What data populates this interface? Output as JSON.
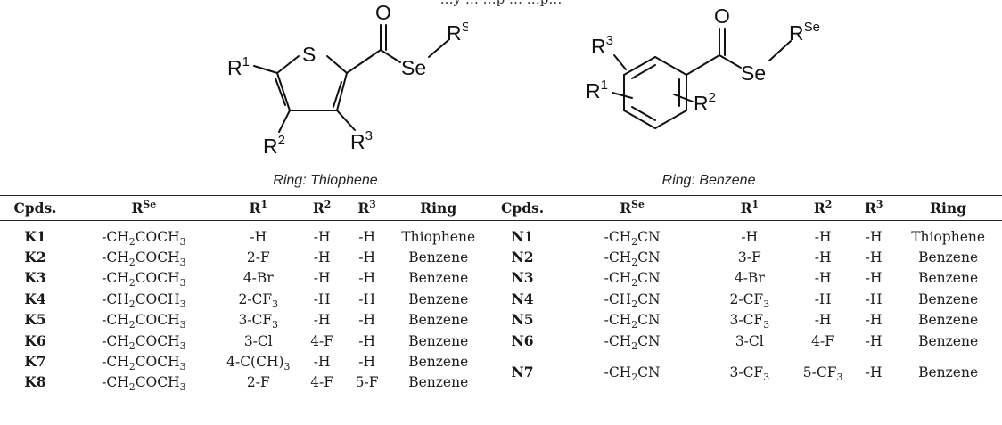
{
  "caption_fragment": "…y … …p … …p…",
  "structures": {
    "thiophene": {
      "atoms": {
        "o": "O",
        "s": "S",
        "se": "Se",
        "r_se_base": "R",
        "r_se_sup": "Se",
        "r1_base": "R",
        "r1_sup": "1",
        "r2_base": "R",
        "r2_sup": "2",
        "r3_base": "R",
        "r3_sup": "3"
      },
      "caption": "Ring: Thiophene"
    },
    "benzene": {
      "atoms": {
        "o": "O",
        "se": "Se",
        "r_se_base": "R",
        "r_se_sup": "Se",
        "r1_base": "R",
        "r1_sup": "1",
        "r2_base": "R",
        "r2_sup": "2",
        "r3_base": "R",
        "r3_sup": "3"
      },
      "caption": "Ring: Benzene"
    }
  },
  "table": {
    "headers": {
      "cpds": "Cpds.",
      "rse_base": "R",
      "rse_sup": "Se",
      "r1_base": "R",
      "r1_sup": "1",
      "r2_base": "R",
      "r2_sup": "2",
      "r3_base": "R",
      "r3_sup": "3",
      "ring": "Ring"
    },
    "k_rows": [
      {
        "cpd": "K1",
        "rse": "-CH<sub>2</sub>COCH<sub>3</sub>",
        "r1": "-H",
        "r2": "-H",
        "r3": "-H",
        "ring": "Thiophene"
      },
      {
        "cpd": "K2",
        "rse": "-CH<sub>2</sub>COCH<sub>3</sub>",
        "r1": "2-F",
        "r2": "-H",
        "r3": "-H",
        "ring": "Benzene"
      },
      {
        "cpd": "K3",
        "rse": "-CH<sub>2</sub>COCH<sub>3</sub>",
        "r1": "4-Br",
        "r2": "-H",
        "r3": "-H",
        "ring": "Benzene"
      },
      {
        "cpd": "K4",
        "rse": "-CH<sub>2</sub>COCH<sub>3</sub>",
        "r1": "2-CF<sub>3</sub>",
        "r2": "-H",
        "r3": "-H",
        "ring": "Benzene"
      },
      {
        "cpd": "K5",
        "rse": "-CH<sub>2</sub>COCH<sub>3</sub>",
        "r1": "3-CF<sub>3</sub>",
        "r2": "-H",
        "r3": "-H",
        "ring": "Benzene"
      },
      {
        "cpd": "K6",
        "rse": "-CH<sub>2</sub>COCH<sub>3</sub>",
        "r1": "3-Cl",
        "r2": "4-F",
        "r3": "-H",
        "ring": "Benzene"
      },
      {
        "cpd": "K7",
        "rse": "-CH<sub>2</sub>COCH<sub>3</sub>",
        "r1": "4-C(CH)<sub>3</sub>",
        "r2": "-H",
        "r3": "-H",
        "ring": "Benzene"
      },
      {
        "cpd": "K8",
        "rse": "-CH<sub>2</sub>COCH<sub>3</sub>",
        "r1": "2-F",
        "r2": "4-F",
        "r3": "5-F",
        "ring": "Benzene"
      }
    ],
    "n_rows": [
      {
        "cpd": "N1",
        "rse": "-CH<sub>2</sub>CN",
        "r1": "-H",
        "r2": "-H",
        "r3": "-H",
        "ring": "Thiophene"
      },
      {
        "cpd": "N2",
        "rse": "-CH<sub>2</sub>CN",
        "r1": "3-F",
        "r2": "-H",
        "r3": "-H",
        "ring": "Benzene"
      },
      {
        "cpd": "N3",
        "rse": "-CH<sub>2</sub>CN",
        "r1": "4-Br",
        "r2": "-H",
        "r3": "-H",
        "ring": "Benzene"
      },
      {
        "cpd": "N4",
        "rse": "-CH<sub>2</sub>CN",
        "r1": "2-CF<sub>3</sub>",
        "r2": "-H",
        "r3": "-H",
        "ring": "Benzene"
      },
      {
        "cpd": "N5",
        "rse": "-CH<sub>2</sub>CN",
        "r1": "3-CF<sub>3</sub>",
        "r2": "-H",
        "r3": "-H",
        "ring": "Benzene"
      },
      {
        "cpd": "N6",
        "rse": "-CH<sub>2</sub>CN",
        "r1": "3-Cl",
        "r2": "4-F",
        "r3": "-H",
        "ring": "Benzene"
      },
      {
        "cpd": "N7",
        "rse": "-CH<sub>2</sub>CN",
        "r1": "3-CF<sub>3</sub>",
        "r2": "5-CF<sub>3</sub>",
        "r3": "-H",
        "ring": "Benzene"
      }
    ]
  }
}
